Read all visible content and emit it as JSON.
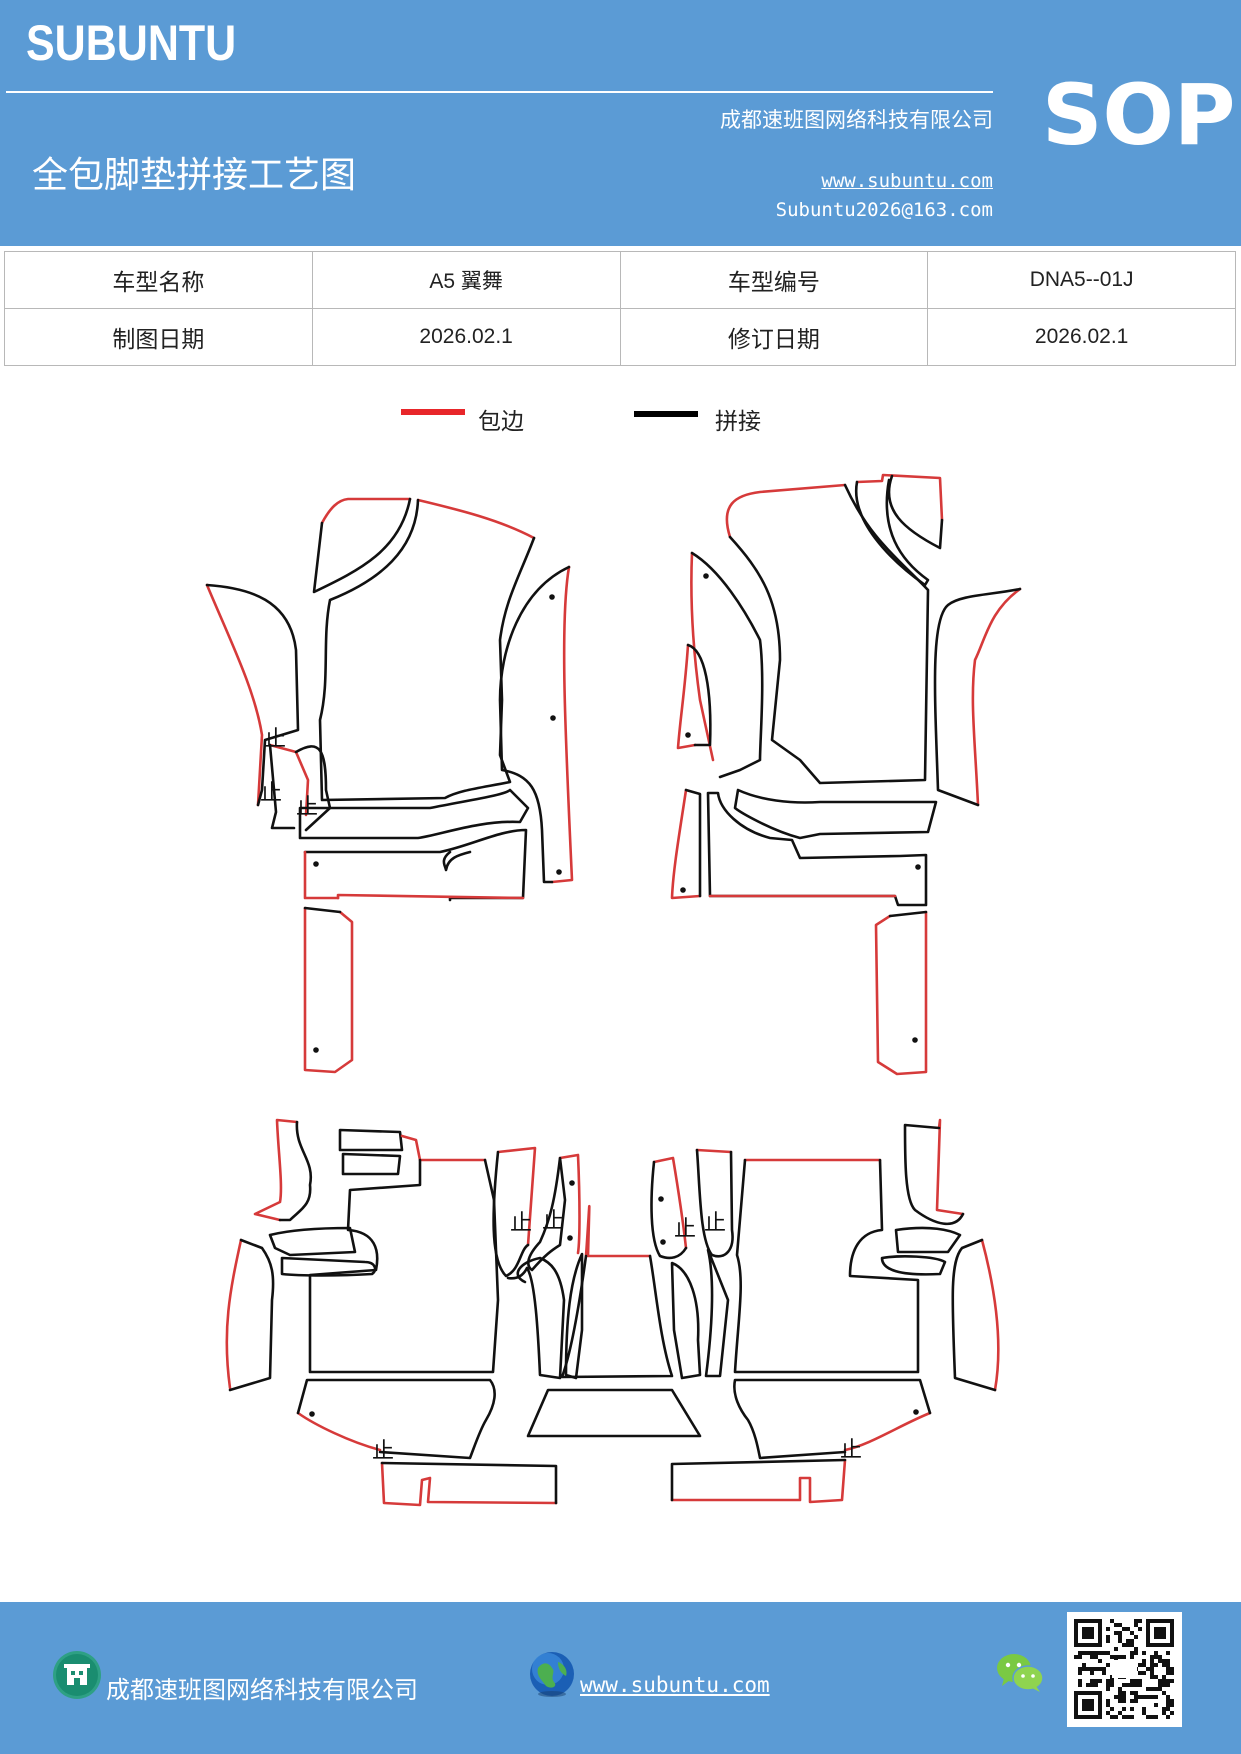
{
  "header": {
    "brand": "SUBUNTU",
    "badge": "SOP",
    "title": "全包脚垫拼接工艺图",
    "company": "成都速班图网络科技有限公司",
    "website": "www.subuntu.com",
    "email": "Subuntu2026@163.com"
  },
  "info_table": {
    "rows": [
      {
        "label1": "车型名称",
        "value1": "A5 翼舞",
        "label2": "车型编号",
        "value2": "DNA5--01J"
      },
      {
        "label1": "制图日期",
        "value1": "2026.02.1",
        "label2": "修订日期",
        "value2": "2026.02.1"
      }
    ]
  },
  "legend": [
    {
      "label": "包边",
      "color": "#e8262a"
    },
    {
      "label": "拼接",
      "color": "#000000"
    }
  ],
  "diagram": {
    "edge_color": "#d63a3a",
    "seam_color": "#111111",
    "stop_mark": "止"
  },
  "footer": {
    "company": "成都速班图网络科技有限公司",
    "website": "www.subuntu.com",
    "icons": [
      "building-icon",
      "globe-icon",
      "wechat-icon",
      "qr-code"
    ]
  }
}
